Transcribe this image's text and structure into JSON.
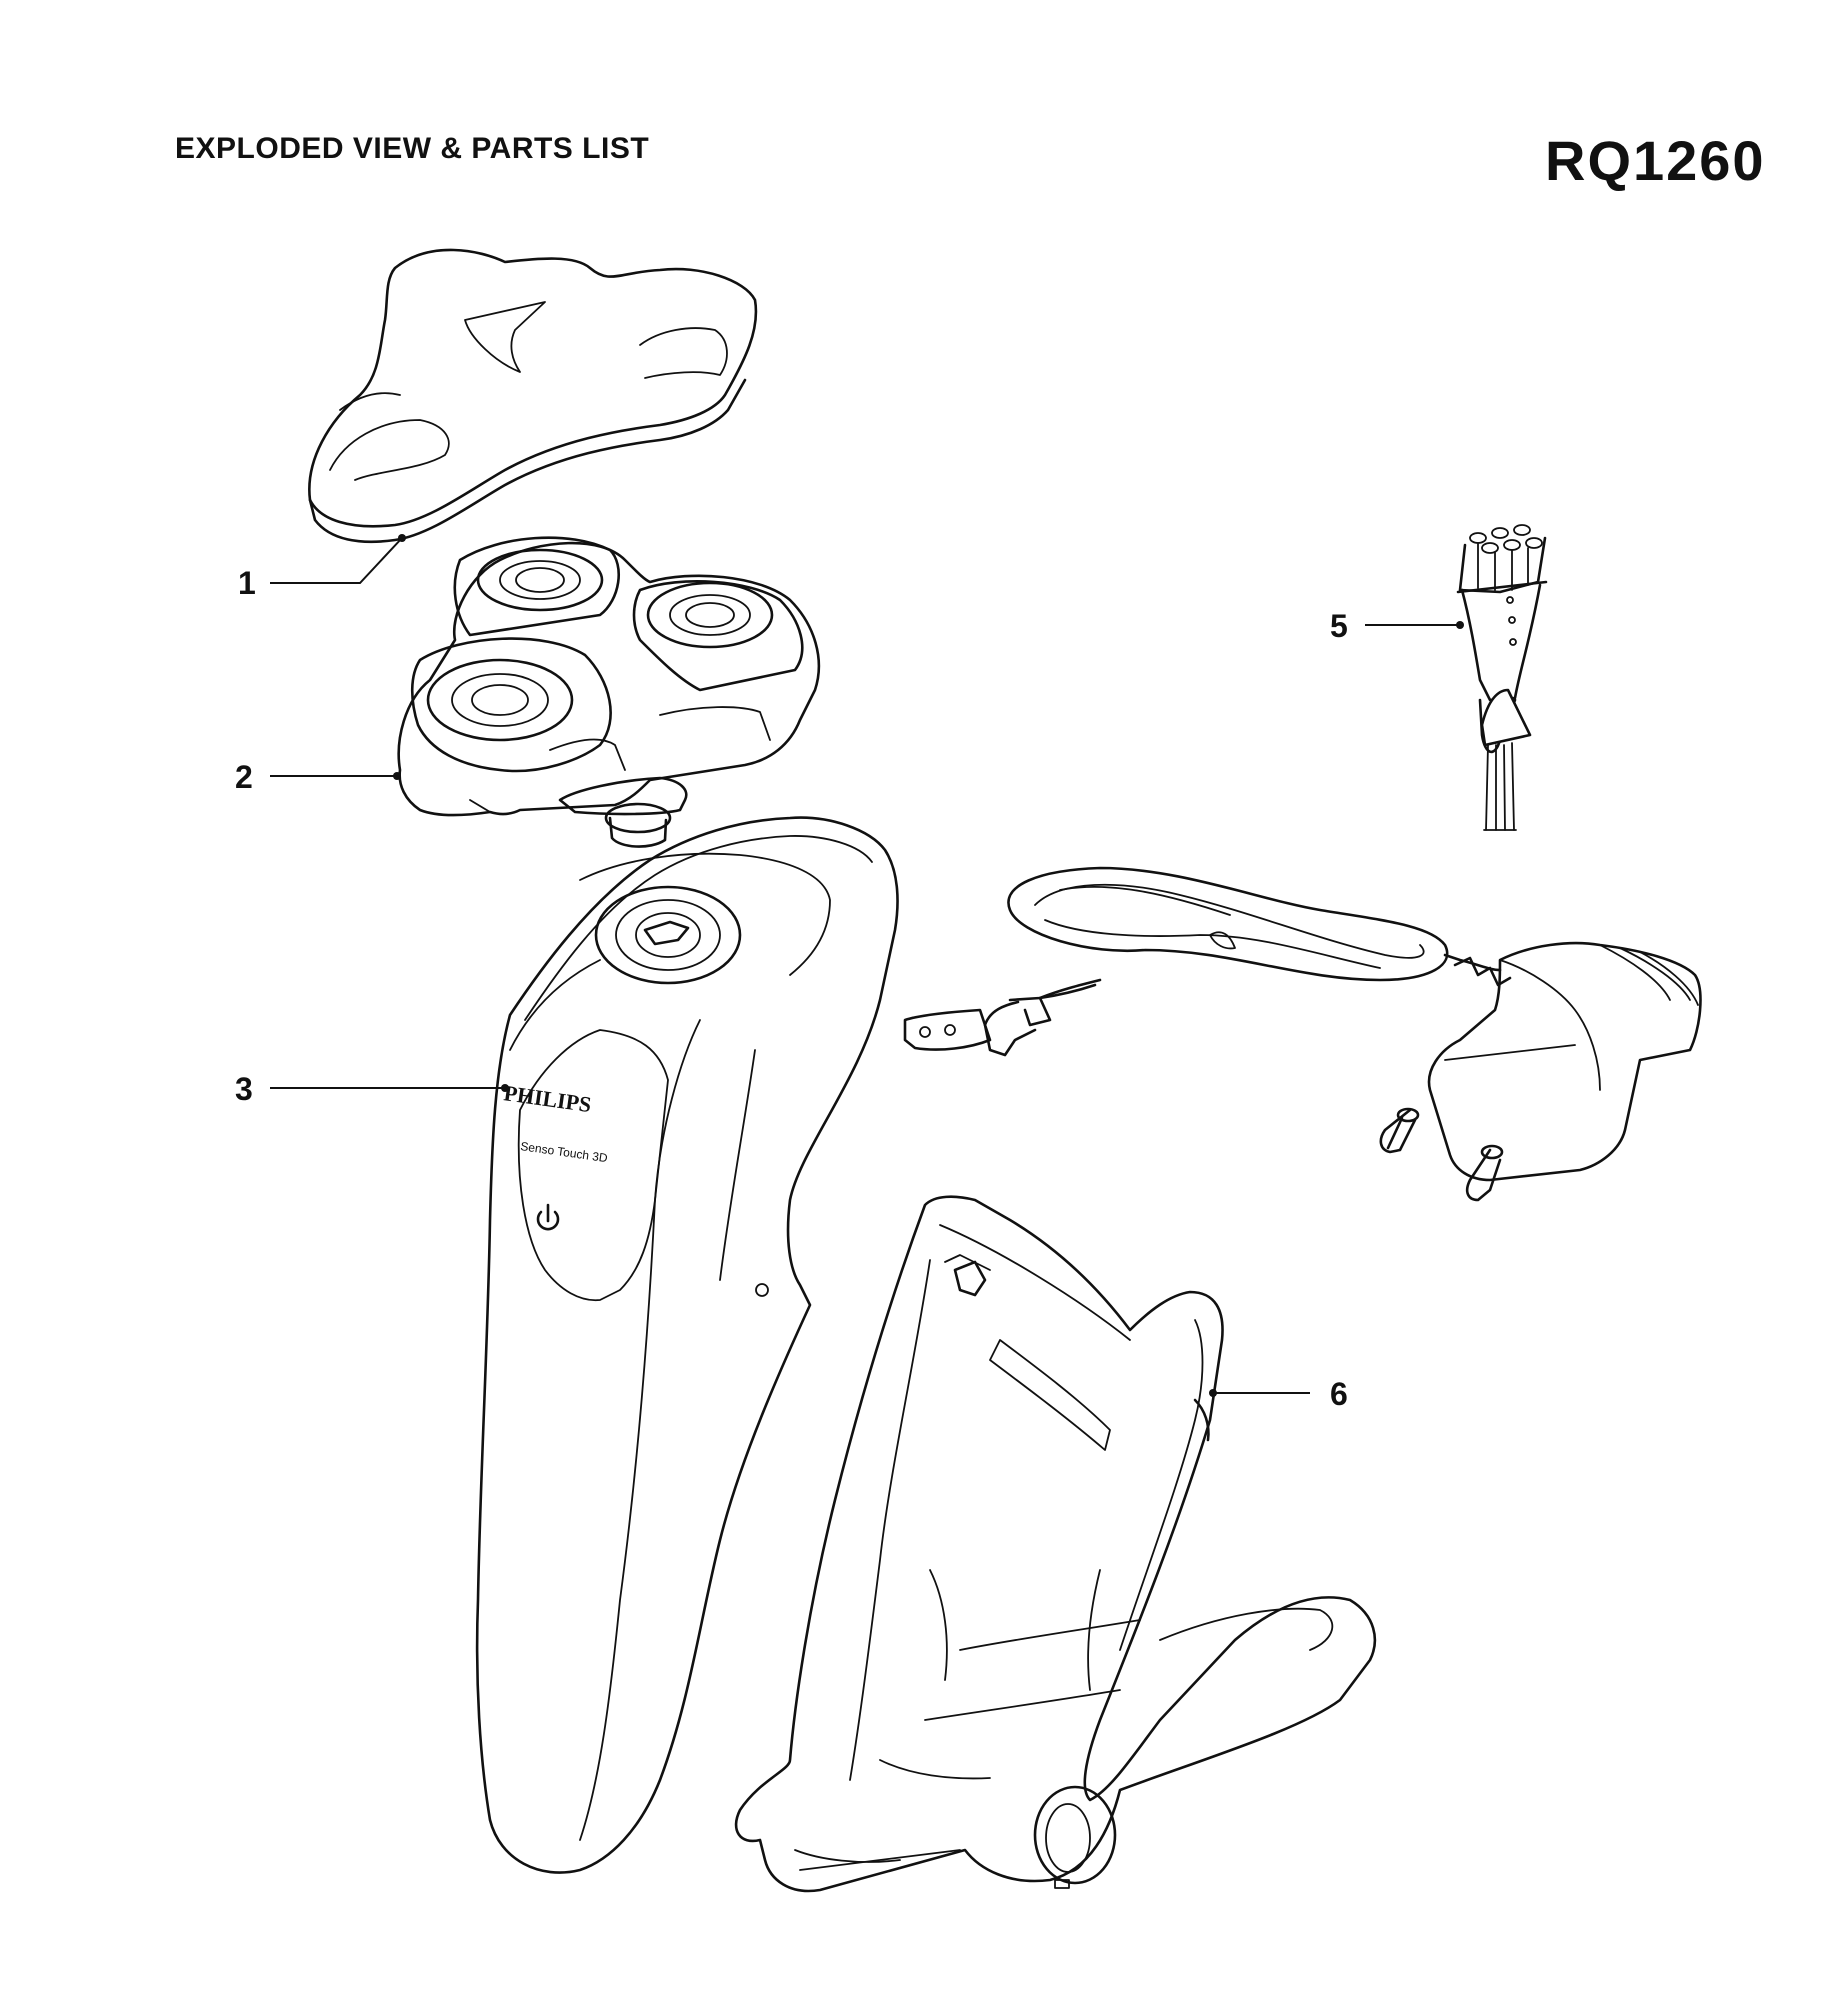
{
  "header": {
    "title": "EXPLODED VIEW & PARTS LIST",
    "model": "RQ1260"
  },
  "callouts": [
    {
      "id": "1"
    },
    {
      "id": "2"
    },
    {
      "id": "3"
    },
    {
      "id": "5"
    },
    {
      "id": "6"
    }
  ],
  "product": {
    "brand": "PHILIPS",
    "model_name": "Senso Touch 3D"
  },
  "icons": {
    "power": "power-icon"
  }
}
